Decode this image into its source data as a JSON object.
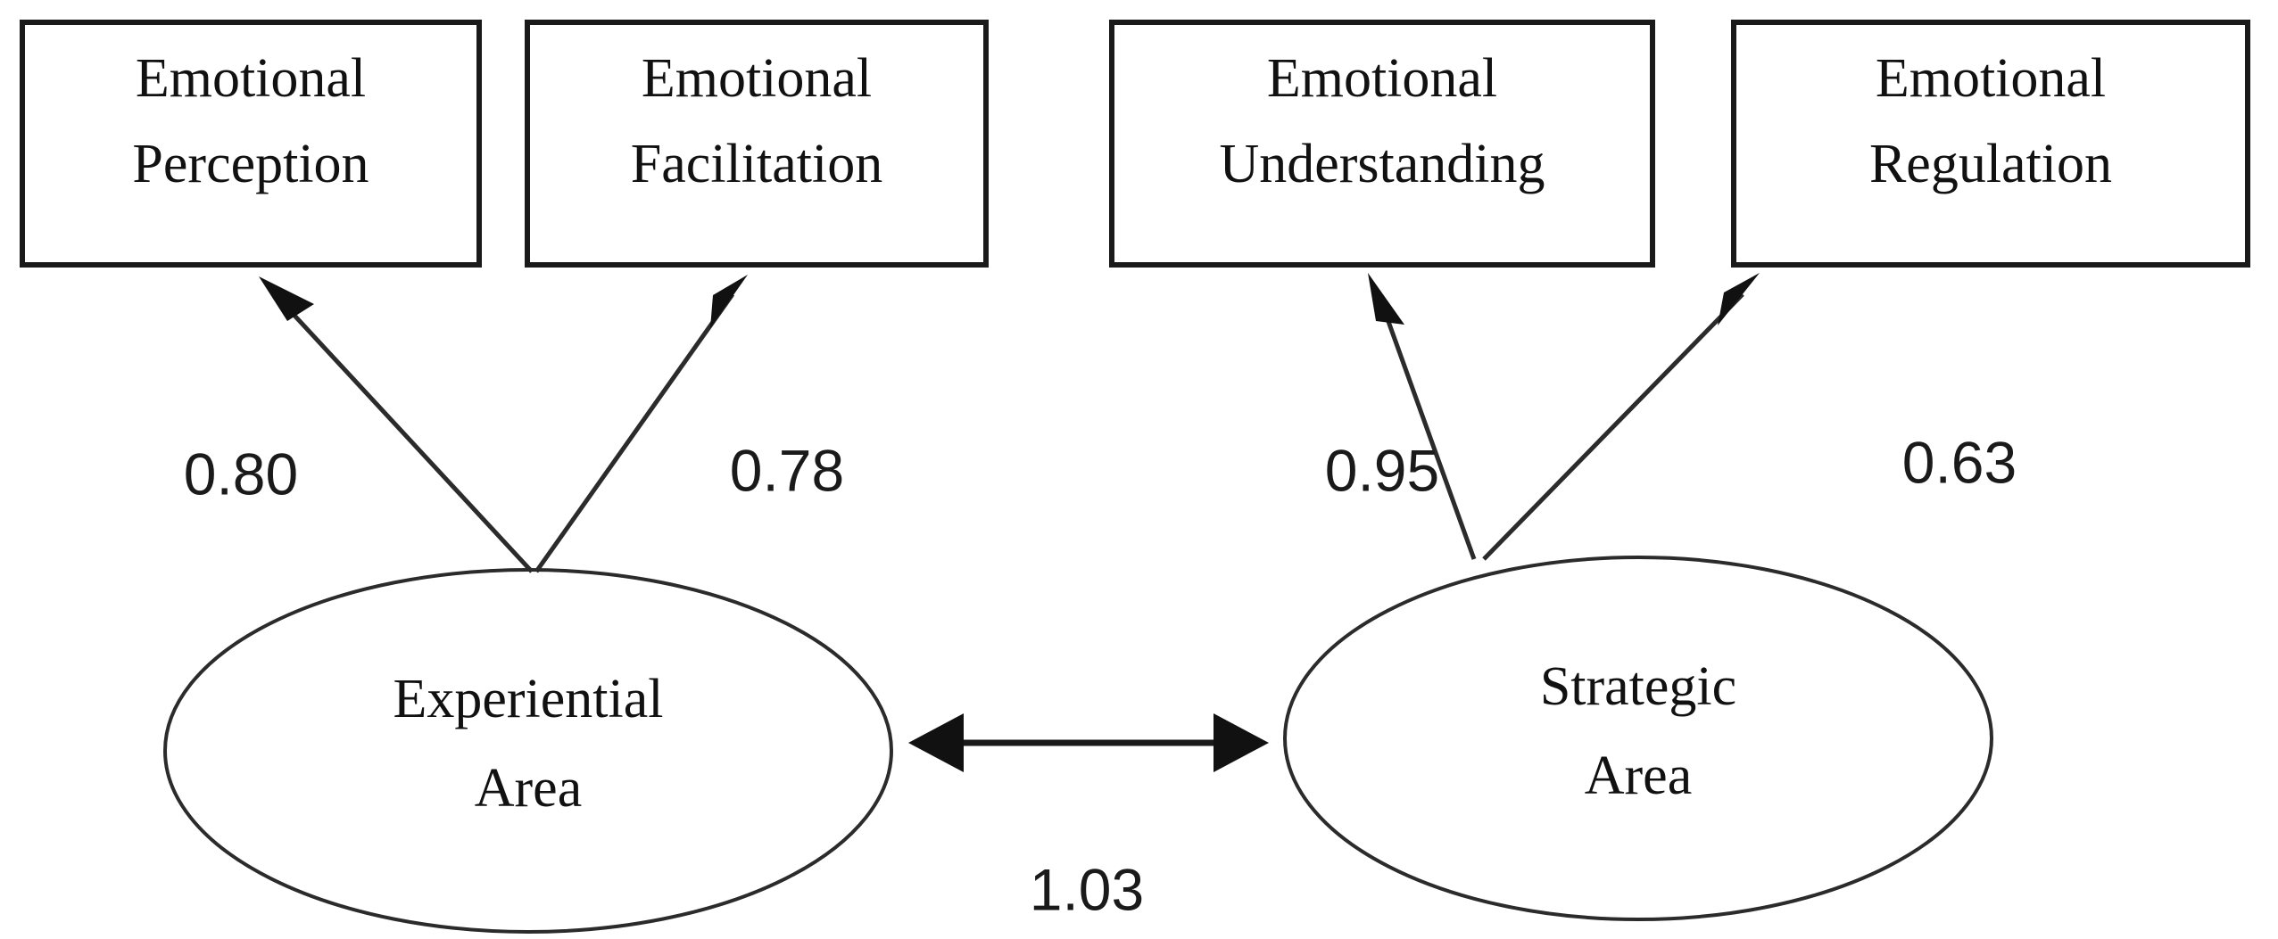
{
  "diagram": {
    "title": "Two-factor emotional intelligence measurement model",
    "type": "sem-path-diagram",
    "background_color": "#ffffff",
    "stroke_color": "#1a1a1a",
    "indicators": [
      {
        "id": "emotional-perception",
        "line1": "Emotional",
        "line2": "Perception"
      },
      {
        "id": "emotional-facilitation",
        "line1": "Emotional",
        "line2": "Facilitation"
      },
      {
        "id": "emotional-understanding",
        "line1": "Emotional",
        "line2": "Understanding"
      },
      {
        "id": "emotional-regulation",
        "line1": "Emotional",
        "line2": "Regulation"
      }
    ],
    "factors": [
      {
        "id": "experiential-area",
        "line1": "Experiential",
        "line2": "Area"
      },
      {
        "id": "strategic-area",
        "line1": "Strategic",
        "line2": "Area"
      }
    ],
    "loadings": [
      {
        "id": "loading-experiential-perception",
        "from": "Experiential Area",
        "to": "Emotional Perception",
        "value": "0.80"
      },
      {
        "id": "loading-experiential-facilitation",
        "from": "Experiential Area",
        "to": "Emotional Facilitation",
        "value": "0.78"
      },
      {
        "id": "loading-strategic-understanding",
        "from": "Strategic Area",
        "to": "Emotional Understanding",
        "value": "0.95"
      },
      {
        "id": "loading-strategic-regulation",
        "from": "Strategic Area",
        "to": "Emotional Regulation",
        "value": "0.63"
      }
    ],
    "covariance": {
      "id": "covariance-experiential-strategic",
      "between": [
        "Experiential Area",
        "Strategic Area"
      ],
      "value": "1.03",
      "double_headed": true
    }
  },
  "chart_data": {
    "type": "diagram",
    "title": "Two-factor emotional intelligence measurement model",
    "nodes": [
      {
        "name": "Emotional Perception",
        "shape": "rectangle",
        "role": "observed-indicator"
      },
      {
        "name": "Emotional Facilitation",
        "shape": "rectangle",
        "role": "observed-indicator"
      },
      {
        "name": "Emotional Understanding",
        "shape": "rectangle",
        "role": "observed-indicator"
      },
      {
        "name": "Emotional Regulation",
        "shape": "rectangle",
        "role": "observed-indicator"
      },
      {
        "name": "Experiential Area",
        "shape": "ellipse",
        "role": "latent-factor"
      },
      {
        "name": "Strategic Area",
        "shape": "ellipse",
        "role": "latent-factor"
      }
    ],
    "edges": [
      {
        "from": "Experiential Area",
        "to": "Emotional Perception",
        "label": "0.80",
        "arrow": "single"
      },
      {
        "from": "Experiential Area",
        "to": "Emotional Facilitation",
        "label": "0.78",
        "arrow": "single"
      },
      {
        "from": "Strategic Area",
        "to": "Emotional Understanding",
        "label": "0.95",
        "arrow": "single"
      },
      {
        "from": "Strategic Area",
        "to": "Emotional Regulation",
        "label": "0.63",
        "arrow": "single"
      },
      {
        "from": "Experiential Area",
        "to": "Strategic Area",
        "label": "1.03",
        "arrow": "double"
      }
    ]
  }
}
